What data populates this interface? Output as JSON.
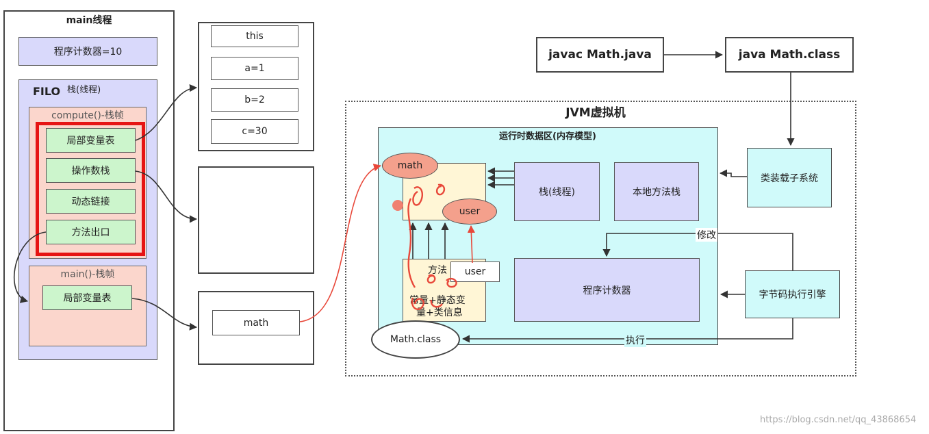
{
  "main_thread": {
    "title": "main线程",
    "program_counter": "程序计数器=10",
    "filo": "FILO",
    "stack_label": "栈(线程)",
    "compute_frame": {
      "title": "compute()-栈帧",
      "items": [
        "局部变量表",
        "操作数栈",
        "动态链接",
        "方法出口"
      ]
    },
    "main_frame": {
      "title": "main()-栈帧",
      "items": [
        "局部变量表"
      ]
    }
  },
  "locals_box": {
    "items": [
      "this",
      "a=1",
      "b=2",
      "c=30"
    ]
  },
  "heap_ref_box": {
    "item": "math"
  },
  "compile": {
    "javac": "javac Math.java",
    "java": "java Math.class"
  },
  "jvm": {
    "title": "JVM虚拟机",
    "runtime_area": "运行时数据区(内存模型)",
    "heap": {
      "math": "math",
      "user": "user"
    },
    "method_area": {
      "title": "方法",
      "line2": "常量+静态变",
      "line3": "量+类信息",
      "user_label": "user"
    },
    "stack": "栈(线程)",
    "native_stack": "本地方法栈",
    "pc": "程序计数器",
    "class_loader": "类装载子系统",
    "exec_engine": "字节码执行引擎",
    "modify": "修改",
    "execute": "执行",
    "math_class": "Math.class"
  },
  "watermark": "https://blog.csdn.net/qq_43868654",
  "colors": {
    "highlight_red": "#e61414",
    "annot_red": "#e8483a"
  }
}
